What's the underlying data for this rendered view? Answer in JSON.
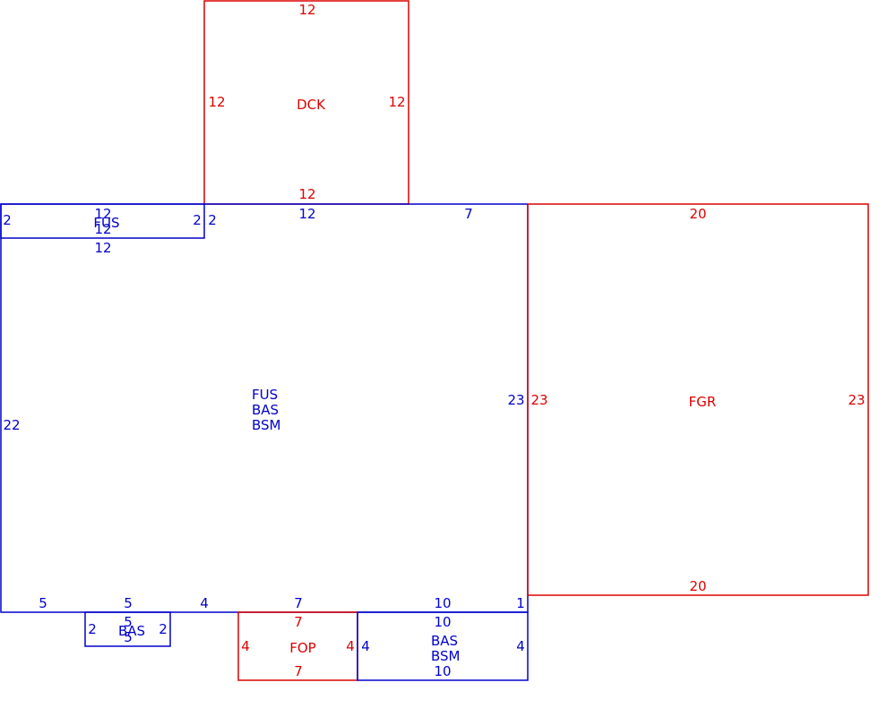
{
  "colors": {
    "living": "#0000cc",
    "outbuilding": "#dd0000",
    "background": "#ffffff"
  },
  "areas": {
    "dck": {
      "label": "DCK",
      "dims": {
        "top": "12",
        "left": "12",
        "right": "12",
        "bottom": "12"
      }
    },
    "fus_strip": {
      "label": "FUS",
      "dims": {
        "top": "12",
        "left": "2",
        "right": "2",
        "bottom": "12",
        "below": "12"
      }
    },
    "main": {
      "labels": [
        "FUS",
        "BAS",
        "BSM"
      ],
      "dims": {
        "top_a": "12",
        "top_b": "7",
        "left": "22",
        "right": "23",
        "bottom_a": "5",
        "bottom_b": "5",
        "bottom_c": "4",
        "bottom_d": "7",
        "bottom_e": "10",
        "bottom_f": "1"
      }
    },
    "fgr": {
      "label": "FGR",
      "dims": {
        "top": "20",
        "left": "23",
        "right": "23",
        "bottom": "20"
      }
    },
    "bas_small": {
      "label": "BAS",
      "dims": {
        "top": "5",
        "left": "2",
        "right": "2",
        "bottom": "5"
      }
    },
    "fop": {
      "label": "FOP",
      "dims": {
        "top": "7",
        "left": "4",
        "right": "4",
        "bottom": "7"
      }
    },
    "bas_bsm": {
      "labels": [
        "BAS",
        "BSM"
      ],
      "dims": {
        "top": "10",
        "left": "4",
        "right": "4",
        "bottom": "10"
      }
    }
  }
}
